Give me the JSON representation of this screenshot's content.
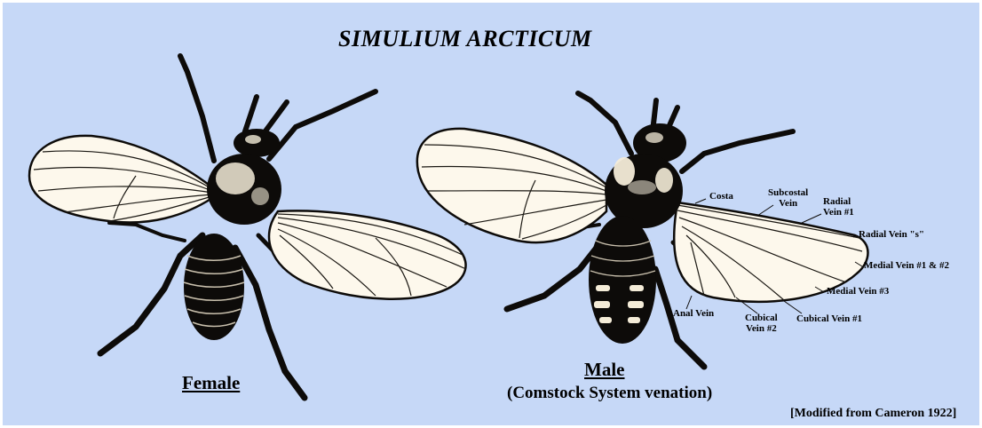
{
  "title": "SIMULIUM ARCTICUM",
  "female_label": "Female",
  "male_label": "Male",
  "male_subtitle": "(Comstock System venation)",
  "credit": "[Modified from Cameron 1922]",
  "vein_labels": {
    "costa": "Costa",
    "subcostal_1": "Subcostal",
    "subcostal_2": "Vein",
    "radial1_1": "Radial",
    "radial1_2": "Vein #1",
    "radial_s": "Radial Vein \"s\"",
    "medial12": "Medial Vein #1 & #2",
    "medial3": "Medial Vein #3",
    "anal": "Anal Vein",
    "cubical2_1": "Cubical",
    "cubical2_2": "Vein #2",
    "cubical1": "Cubical Vein #1"
  },
  "colors": {
    "background": "#c6d8f7",
    "wing_fill": "#fdf8ec",
    "body": "#0d0b09",
    "highlight": "#f4ecd8"
  }
}
